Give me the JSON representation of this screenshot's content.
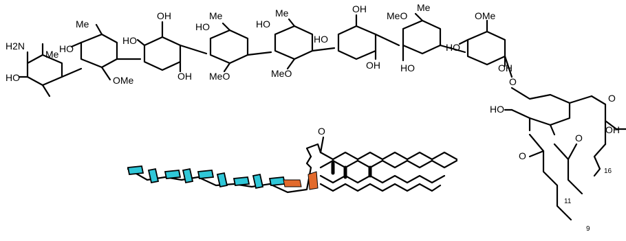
{
  "colors": {
    "bond": "#000000",
    "sugar_unit_highlight": "#2fc7d8",
    "linker_unit_highlight": "#e26a2c",
    "background": "#ffffff"
  },
  "labels": {
    "amine": "H2N",
    "methyl": "Me",
    "hydroxyl_left": "HO",
    "hydroxyl_right": "OH",
    "methoxy_right": "OMe",
    "methoxy_left": "MeO",
    "glycosidic_oxygen": "O",
    "carbonyl_oxygen": "O",
    "repeat_16": "16",
    "repeat_11": "11",
    "repeat_9": "9"
  }
}
